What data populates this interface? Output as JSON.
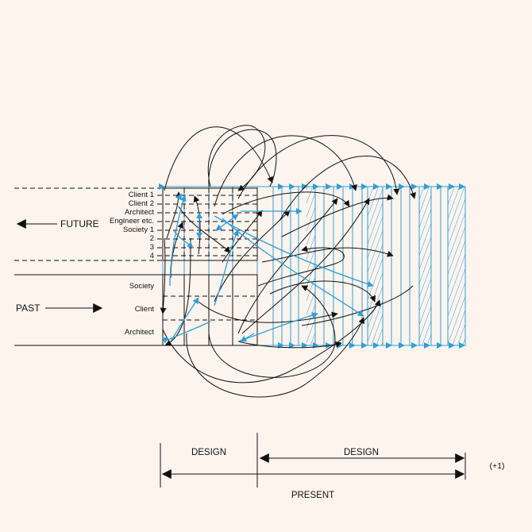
{
  "diagram": {
    "future_rows": [
      "Client 1",
      "Client 2",
      "Architect",
      "Engineer etc.",
      "Society 1",
      "2",
      "3",
      "4"
    ],
    "past_rows": [
      "Society",
      "Client",
      "Architect"
    ],
    "future_label": "FUTURE",
    "past_label": "PAST",
    "timeline": {
      "design_left": "DESIGN",
      "design_right": "DESIGN",
      "present": "PRESENT",
      "plus_one": "(+1)"
    },
    "colors": {
      "ink": "#111111",
      "accent": "#2f9fd6",
      "background": "#fdf4ee"
    }
  }
}
